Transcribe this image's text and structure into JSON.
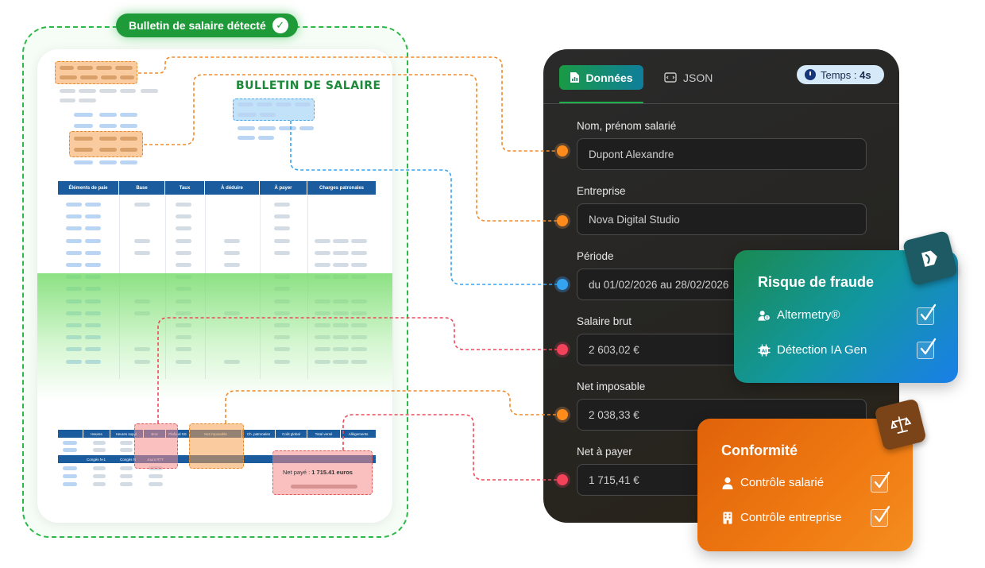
{
  "document": {
    "badge_label": "Bulletin de salaire détecté",
    "paper_title": "BULLETIN DE SALAIRE",
    "table_headers": [
      "Éléments de paie",
      "Base",
      "Taux",
      "À déduire",
      "À payer",
      "Charges patronales"
    ],
    "bottom_headers": [
      "Heures",
      "Heures suppl.",
      "Brut",
      "Plafond SS",
      "Net imposable",
      "Ch. patronales",
      "Coût global",
      "Total versé",
      "Allègements"
    ],
    "bottom_headers2": [
      "Congés N-1",
      "Congés N",
      "Jours RTT"
    ],
    "net_label": "Net payé : ",
    "net_value": "1 715.41 euros"
  },
  "panel": {
    "tabs": [
      {
        "label": "Données",
        "active": true
      },
      {
        "label": "JSON",
        "active": false
      }
    ],
    "timer": {
      "label": "Temps : ",
      "value": "4s"
    },
    "fields": [
      {
        "label": "Nom, prénom salarié",
        "value": "Dupont Alexandre",
        "color": "#ff8c1a"
      },
      {
        "label": "Entreprise",
        "value": "Nova Digital Studio",
        "color": "#ff8c1a"
      },
      {
        "label": "Période",
        "value": "du 01/02/2026 au 28/02/2026",
        "color": "#35a4f0"
      },
      {
        "label": "Salaire brut",
        "value": "2 603,02 €",
        "color": "#f2435a"
      },
      {
        "label": "Net imposable",
        "value": "2 038,33 €",
        "color": "#ff8c1a"
      },
      {
        "label": "Net à payer",
        "value": "1 715,41 €",
        "color": "#f2435a"
      }
    ]
  },
  "fraud_card": {
    "title": "Risque de fraude",
    "items": [
      "Altermetry®",
      "Détection IA Gen"
    ]
  },
  "compliance_card": {
    "title": "Conformité",
    "items": [
      "Contrôle salarié",
      "Contrôle entreprise"
    ]
  },
  "colors": {
    "accent_green": "#1f9a38",
    "orange": "#ff8c1a",
    "blue": "#35a4f0",
    "red": "#f2435a"
  }
}
